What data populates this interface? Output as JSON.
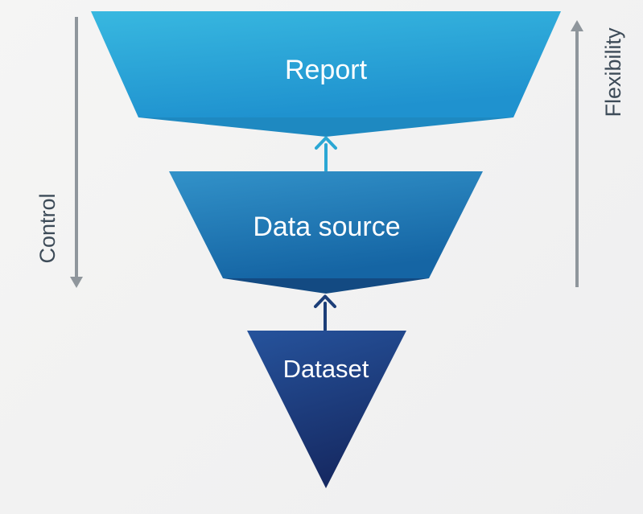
{
  "diagram": {
    "background_color": "#f2f2f2",
    "levels": [
      {
        "id": "report",
        "label": "Report",
        "color_top": "#38b8e0",
        "color_bottom": "#1f92cf",
        "fold_color": "#1e89c1"
      },
      {
        "id": "data-source",
        "label": "Data source",
        "color_top": "#3292c9",
        "color_bottom": "#1565a4",
        "fold_color": "#134a82"
      },
      {
        "id": "dataset",
        "label": "Dataset",
        "color_top": "#26539c",
        "color_bottom": "#162a63"
      }
    ],
    "flow_arrows": [
      {
        "id": "datasource-to-report",
        "direction": "up",
        "color": "#2ba7d4"
      },
      {
        "id": "dataset-to-datasource",
        "direction": "up",
        "color": "#1c3e78"
      }
    ],
    "axis_left": {
      "label": "Control",
      "direction": "down",
      "text_color": "#3d4b58",
      "arrow_color": "#8f969c"
    },
    "axis_right": {
      "label": "Flexibility",
      "direction": "up",
      "text_color": "#3d4b58",
      "arrow_color": "#8f969c"
    }
  }
}
